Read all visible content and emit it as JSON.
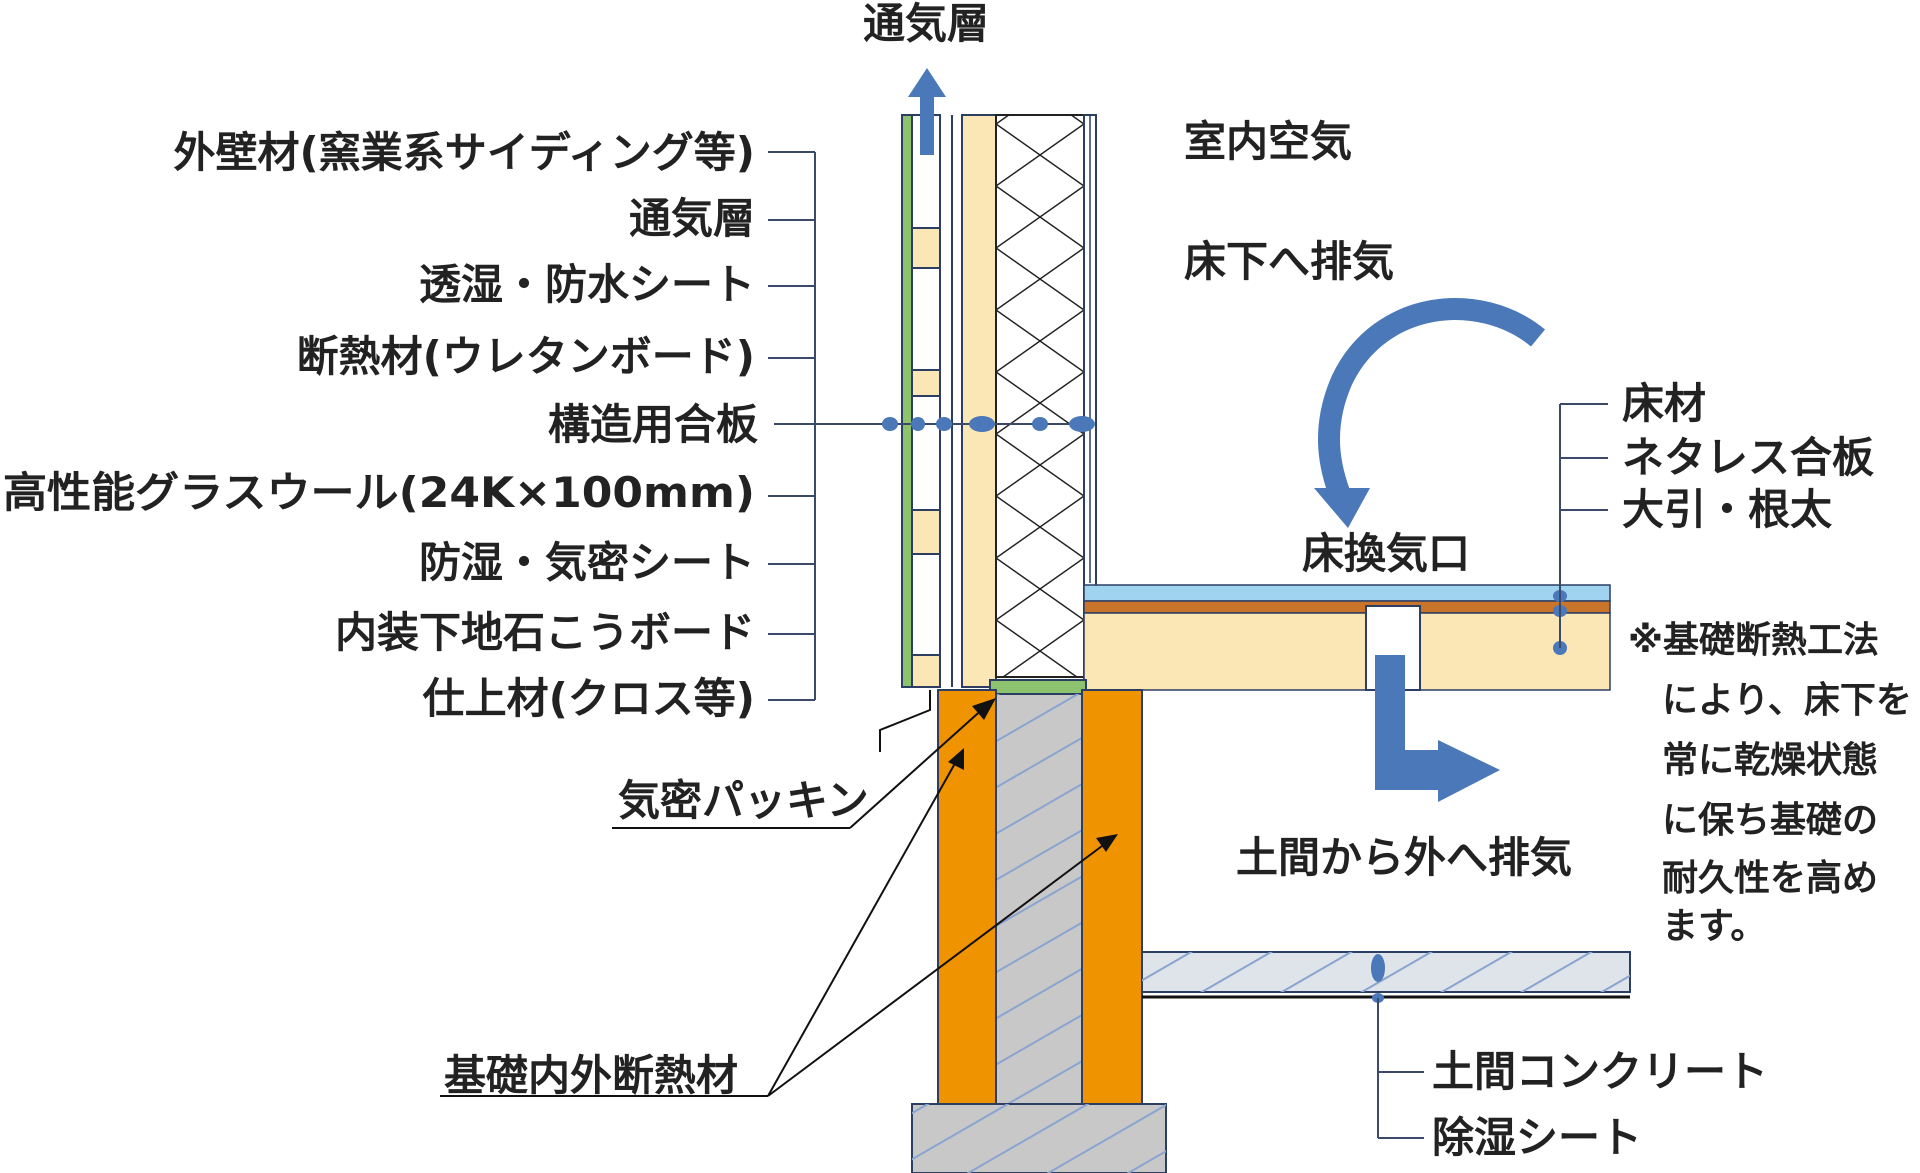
{
  "labels": {
    "top_vent_layer": "通気層",
    "wall_layers": [
      "外壁材(窯業系サイディング等)",
      "通気層",
      "透湿・防水シート",
      "断熱材(ウレタンボード)",
      "構造用合板",
      "高性能グラスウール(24K×100mm)",
      "防湿・気密シート",
      "内装下地石こうボード",
      "仕上材(クロス等)"
    ],
    "indoor_air": "室内空気",
    "underfloor_exhaust": "床下へ排気",
    "floor_layers": [
      "床材",
      "ネタレス合板",
      "大引・根太"
    ],
    "floor_vent": "床換気口",
    "note_lines": [
      "※基礎断熱工法",
      "により、床下を",
      "常に乾燥状態",
      "に保ち基礎の",
      "耐久性を高め",
      "ます。"
    ],
    "airtight_packing": "気密パッキン",
    "earth_floor_exhaust": "土間から外へ排気",
    "foundation_insulation": "基礎内外断熱材",
    "earth_concrete": "土間コンクリート",
    "moisture_sheet": "除湿シート"
  },
  "colors": {
    "ink": "#222222",
    "leader": "#3b4a6b",
    "arrow_blue": "#4a78b8",
    "exterior_green": "#8dc26f",
    "insulation_cream": "#fbe6b6",
    "foundation_orange": "#ef9400",
    "concrete_gray": "#c8c8c8",
    "floor_blue": "#9fd3ef",
    "floor_brown": "#c8752b",
    "slab_gray": "#dfe3ea"
  },
  "icons": [
    "up-arrow-icon",
    "curved-down-arrow-icon",
    "bent-right-arrow-icon"
  ]
}
